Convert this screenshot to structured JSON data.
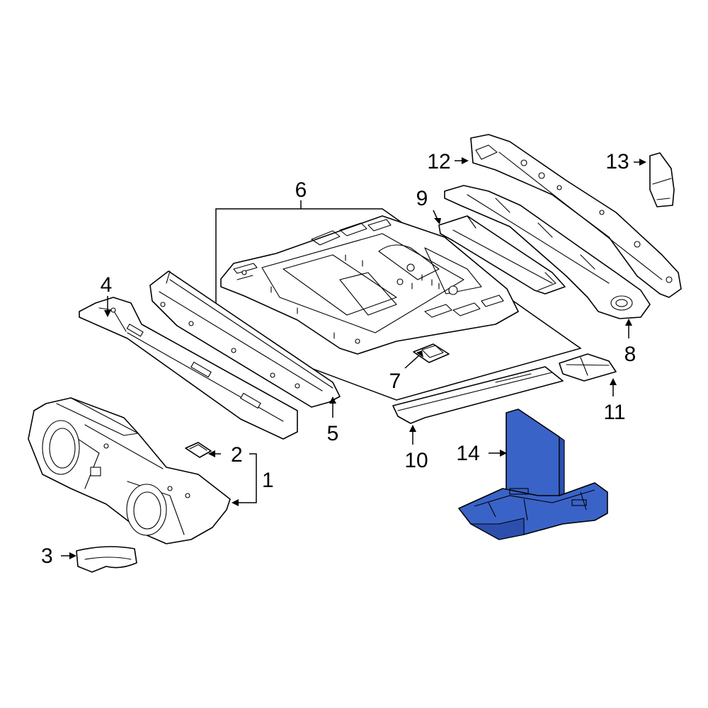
{
  "diagram": {
    "highlight_color": "#3a63c8",
    "callouts": [
      {
        "id": "c1",
        "label": "1"
      },
      {
        "id": "c2",
        "label": "2"
      },
      {
        "id": "c3",
        "label": "3"
      },
      {
        "id": "c4",
        "label": "4"
      },
      {
        "id": "c5",
        "label": "5"
      },
      {
        "id": "c6",
        "label": "6"
      },
      {
        "id": "c7",
        "label": "7"
      },
      {
        "id": "c8",
        "label": "8"
      },
      {
        "id": "c9",
        "label": "9"
      },
      {
        "id": "c10",
        "label": "10"
      },
      {
        "id": "c11",
        "label": "11"
      },
      {
        "id": "c12",
        "label": "12"
      },
      {
        "id": "c13",
        "label": "13"
      },
      {
        "id": "c14",
        "label": "14"
      }
    ]
  }
}
